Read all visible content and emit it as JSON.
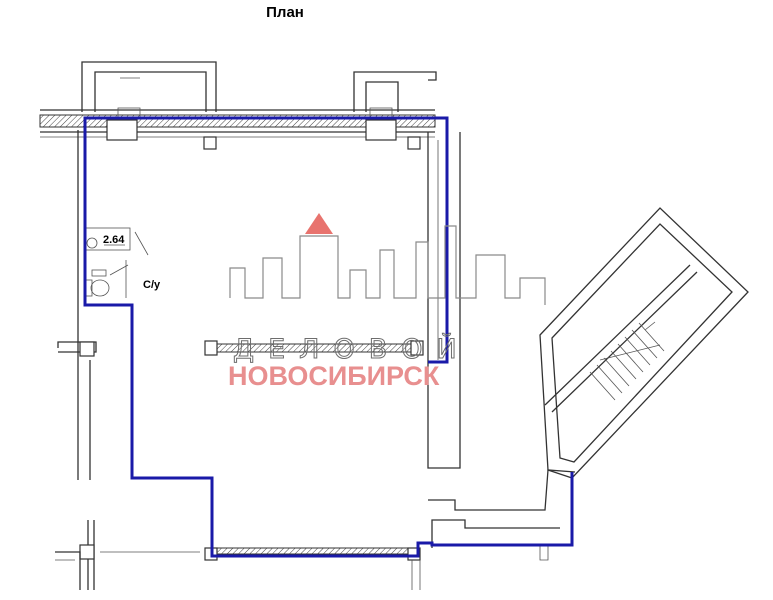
{
  "title": "План",
  "room_area": "2.64",
  "room_label": "С/у",
  "watermark": {
    "line1": "ДЕЛОВОЙ",
    "line2": "НОВОСИБИРСК",
    "roof_color": "#e8736e",
    "text_color": "#e88f8f"
  },
  "colors": {
    "outline": "#1a1aa8",
    "walls": "#333333"
  }
}
